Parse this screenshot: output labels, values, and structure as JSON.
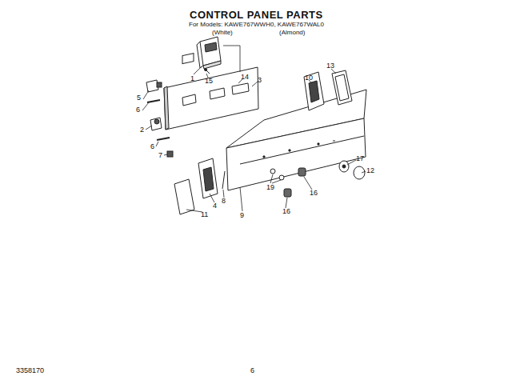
{
  "diagram": {
    "title": "CONTROL PANEL PARTS",
    "labels": [
      "For Models: KAWE767WWH0, KAWE767WAL0",
      "(White)",
      "(Almond)",
      "1",
      "15",
      "14",
      "3",
      "5",
      "6",
      "2",
      "6",
      "7",
      "4",
      "8",
      "11",
      "9",
      "10",
      "13",
      "17",
      "12",
      "19",
      "16",
      "16",
      "3358170",
      "6"
    ]
  }
}
